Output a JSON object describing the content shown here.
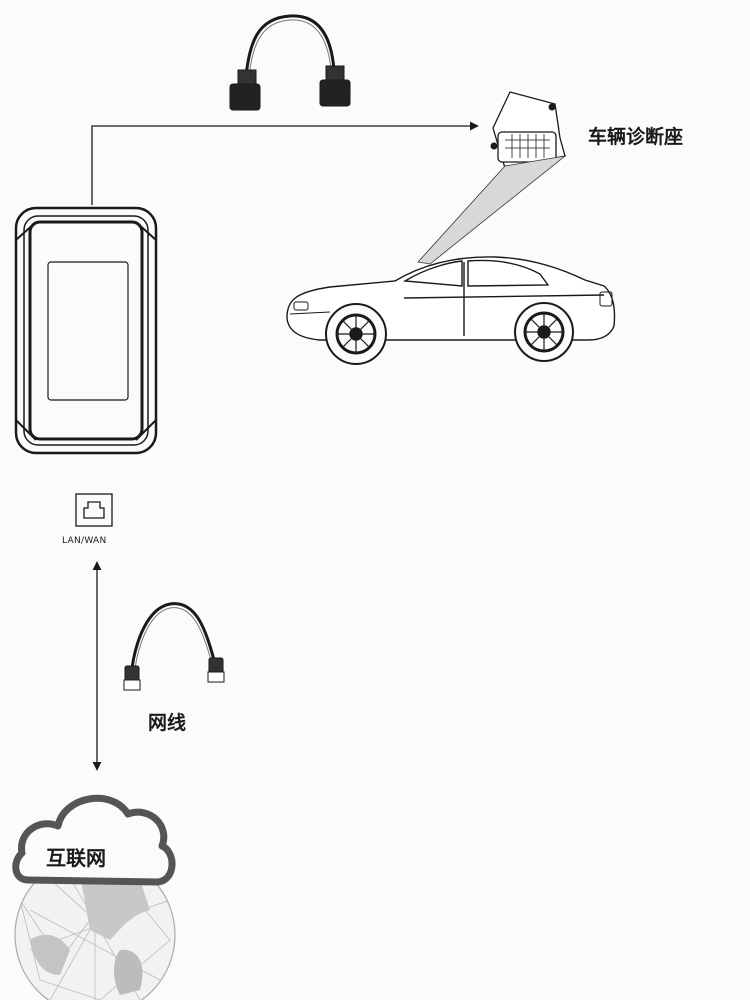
{
  "labels": {
    "vehicle_port": "车辆诊断座",
    "network_cable": "网线",
    "lan_wan": "LAN/WAN",
    "internet": "互联网"
  },
  "icons": [
    "obd-cable-icon",
    "diagnostic-tablet-icon",
    "obd-port-icon",
    "car-icon",
    "ethernet-port-icon",
    "network-cable-icon",
    "cloud-icon",
    "globe-icon"
  ],
  "colors": {
    "line": "#1a1a1a",
    "paper": "#fbfbfb",
    "cloud": "#555555",
    "globe": "#9a9a9a"
  }
}
